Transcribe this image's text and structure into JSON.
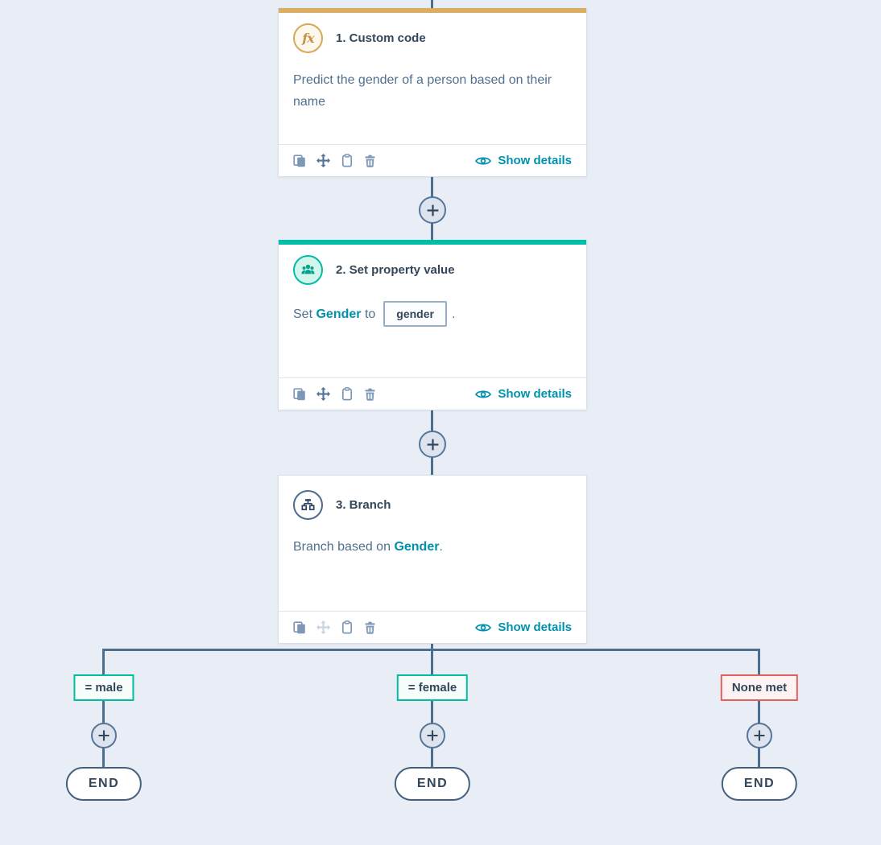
{
  "colors": {
    "background": "#e9eef6",
    "connector_line": "#4e6e8e",
    "card_border": "#d7e0ea",
    "accent_custom_code": "#dcae62",
    "accent_set_property": "#00bda5",
    "branch_match_border": "#00bda5",
    "branch_none_border": "#e5605c",
    "branch_none_bg": "#fdf3f2",
    "link_teal": "#0091ae",
    "title_text": "#33475b",
    "body_text": "#516f90",
    "footer_icon_slate": "#7c98b6"
  },
  "cards": [
    {
      "title": "1. Custom code",
      "icon": "fx-icon",
      "icon_glyph": "fx",
      "body": "Predict the gender of a person based on their name",
      "footer": {
        "show_details": "Show details"
      }
    },
    {
      "title": "2. Set property value",
      "icon": "contacts-icon",
      "body": {
        "set_word": "Set",
        "property_link": "Gender",
        "to_word": "to",
        "value_token": "gender",
        "period": "."
      },
      "footer": {
        "show_details": "Show details"
      }
    },
    {
      "title": "3. Branch",
      "icon": "sitemap-icon",
      "body": {
        "prefix": "Branch based on",
        "property_link": "Gender",
        "period": "."
      },
      "footer": {
        "show_details": "Show details"
      }
    }
  ],
  "branches": [
    {
      "condition": "= male",
      "kind": "match",
      "end_label": "END"
    },
    {
      "condition": "= female",
      "kind": "match",
      "end_label": "END"
    },
    {
      "condition": "None met",
      "kind": "none",
      "end_label": "END"
    }
  ]
}
